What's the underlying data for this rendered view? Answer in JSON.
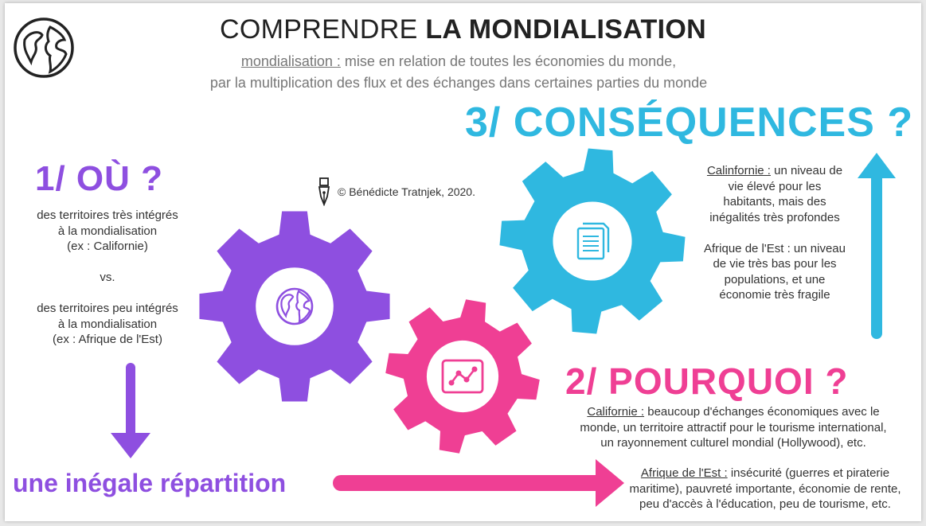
{
  "title": {
    "part1": "COMPRENDRE ",
    "part2": "LA MONDIALISATION"
  },
  "definition": {
    "term": "mondialisation :",
    "line1": " mise en relation de toutes les économies du monde,",
    "line2": "par la multiplication des flux et des échanges dans certaines parties du monde"
  },
  "credit": "© Bénédicte Tratnjek, 2020.",
  "section1": {
    "heading": "1/ OÙ ?",
    "lines": [
      "des territoires très intégrés",
      "à la mondialisation",
      "(ex : Californie)",
      "",
      "vs.",
      "",
      "des territoires peu intégrés",
      "à la mondialisation",
      "(ex : Afrique de l'Est)"
    ]
  },
  "conclusion": "une inégale répartition",
  "section2": {
    "heading": "2/ POURQUOI ?",
    "california_label": "Californie :",
    "california_text1": " beaucoup d'échanges économiques avec le",
    "california_text2": "monde, un territoire attractif pour le tourisme international,",
    "california_text3": "un rayonnement culturel mondial (Hollywood), etc.",
    "africa_label": "Afrique de l'Est :",
    "africa_text1": " insécurité (guerres et piraterie",
    "africa_text2": "maritime), pauvreté importante, économie de rente,",
    "africa_text3": "peu d'accès à l'éducation, peu de tourisme, etc."
  },
  "section3": {
    "heading": "3/ CONSÉQUENCES ?",
    "california_label": "Calinfornie :",
    "california_text1": " un niveau de",
    "california_lines": [
      "vie élevé pour les",
      "habitants, mais des",
      "inégalités très profondes"
    ],
    "africa_lines": [
      "Afrique de l'Est : un niveau",
      "de vie très bas pour les",
      "populations, et une",
      "économie très fragile"
    ]
  },
  "colors": {
    "purple": "#8e4fe0",
    "pink": "#ef3f94",
    "blue": "#2fb8e0"
  },
  "icons": [
    "globe-logo-icon",
    "fountain-pen-icon",
    "globe-icon",
    "chart-icon",
    "documents-icon"
  ]
}
